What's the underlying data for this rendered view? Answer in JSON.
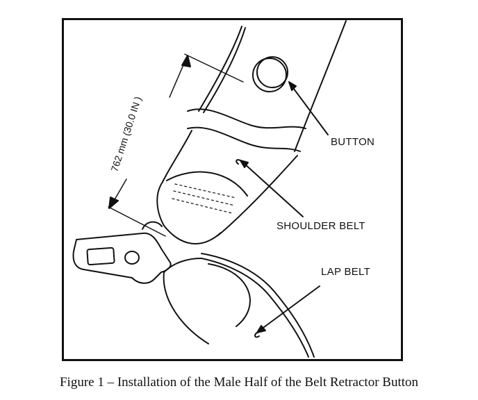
{
  "labels": {
    "button": "BUTTON",
    "shoulder_belt": "SHOULDER BELT",
    "lap_belt": "LAP BELT",
    "dimension": "762 mm (30.0 IN )"
  },
  "caption": "Figure 1 – Installation of the Male Half of the Belt Retractor Button",
  "colors": {
    "line": "#111111",
    "background": "#ffffff"
  }
}
